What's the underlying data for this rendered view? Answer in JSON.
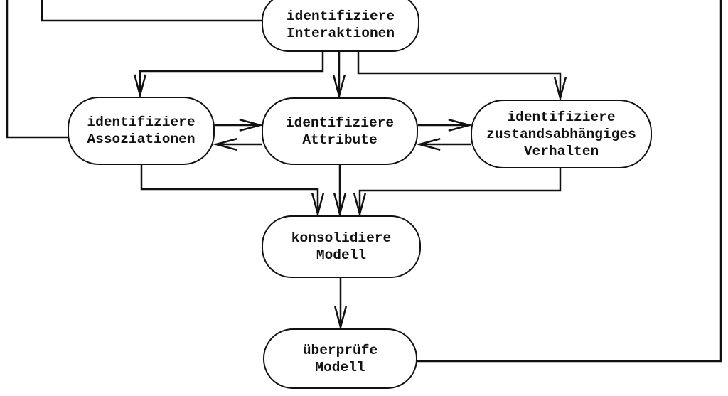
{
  "colors": {
    "ink": "#111111",
    "background": "#ffffff"
  },
  "nodes": {
    "interaktionen": {
      "lines": [
        "identifiziere",
        "Interaktionen"
      ]
    },
    "assoziationen": {
      "lines": [
        "identifiziere",
        "Assoziationen"
      ]
    },
    "attribute": {
      "lines": [
        "identifiziere",
        "Attribute"
      ]
    },
    "verhalten": {
      "lines": [
        "identifiziere",
        "zustandsabhängiges",
        "Verhalten"
      ]
    },
    "konsolidiere": {
      "lines": [
        "konsolidiere",
        "Modell"
      ]
    },
    "ueberpruefe": {
      "lines": [
        "überprüfe",
        "Modell"
      ]
    }
  },
  "edges": [
    {
      "from": "top-edge-left-outer",
      "to": "identifiziere-assoziationen",
      "arrow": false
    },
    {
      "from": "top-edge-left-inner",
      "to": "identifiziere-interaktionen",
      "arrow": false
    },
    {
      "from": "identifiziere-interaktionen",
      "to": "identifiziere-assoziationen",
      "arrow": true
    },
    {
      "from": "identifiziere-interaktionen",
      "to": "identifiziere-attribute",
      "arrow": true
    },
    {
      "from": "identifiziere-interaktionen",
      "to": "identifiziere-zustandsabhaengiges-verhalten",
      "arrow": true
    },
    {
      "from": "identifiziere-assoziationen",
      "to": "identifiziere-attribute",
      "arrow": true
    },
    {
      "from": "identifiziere-attribute",
      "to": "identifiziere-assoziationen",
      "arrow": true
    },
    {
      "from": "identifiziere-attribute",
      "to": "identifiziere-zustandsabhaengiges-verhalten",
      "arrow": true
    },
    {
      "from": "identifiziere-zustandsabhaengiges-verhalten",
      "to": "identifiziere-attribute",
      "arrow": true
    },
    {
      "from": "identifiziere-assoziationen",
      "to": "konsolidiere-modell",
      "arrow": true
    },
    {
      "from": "identifiziere-attribute",
      "to": "konsolidiere-modell",
      "arrow": true
    },
    {
      "from": "identifiziere-zustandsabhaengiges-verhalten",
      "to": "konsolidiere-modell",
      "arrow": true
    },
    {
      "from": "konsolidiere-modell",
      "to": "ueberpruefe-modell",
      "arrow": true
    },
    {
      "from": "ueberpruefe-modell",
      "to": "top-edge-right",
      "arrow": false
    }
  ]
}
